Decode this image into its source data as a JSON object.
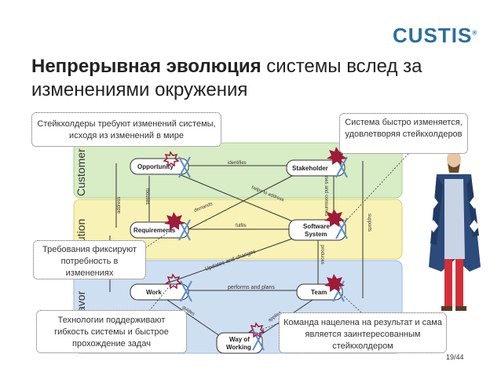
{
  "header": {
    "logo_text": "CUSTIS",
    "logo_mark": "®",
    "title_bold": "Непрерывная эволюция",
    "title_rest": " системы вслед за изменениями окружения"
  },
  "colors": {
    "customer": "#d8ecc6",
    "solution": "#f8f2b6",
    "endeavor": "#cfdff2",
    "node": "#ffffff",
    "accent_star": "#9c1c3a",
    "logo": "#2a6f9e"
  },
  "bands": {
    "customer": "Customer",
    "solution": "olution",
    "endeavor": "avor"
  },
  "nodes": {
    "opportunity": "Opportunity",
    "stakeholder": "Stakeholder",
    "requirements": "Requirements",
    "software_system_1": "Software",
    "software_system_2": "System",
    "work": "Work",
    "team": "Team",
    "way_of_working_1": "Way of",
    "way_of_working_2": "Working"
  },
  "relations": {
    "identifies": "identifies",
    "focuses": "focuses",
    "demands": "demands",
    "helps_to_address": "helps to address",
    "fulfils": "fulfils",
    "uses_and_consumes": "uses and consumes",
    "supports": "supports",
    "address": "address",
    "produces": "produces",
    "updates_and_changes": "Updates and changes",
    "performs_and_plans": "performs and plans",
    "guides_left": "guides",
    "applies": "applies"
  },
  "callouts": {
    "stakeholders_require": "Стейкхолдеры требуют изменений системы, исходя из изменений в мире",
    "system_fast": "Система быстро изменяется, удовлетворяя стейкхолдеров",
    "requirements_fix": "Требования фиксируют потребность в изменениях",
    "tech_support": "Технологии поддерживают гибкость системы и быстрое прохождение задач",
    "team_focused": "Команда нацелена на результат и сама является заинтересованным стейкхолдером"
  },
  "page": {
    "number": "19/44"
  }
}
